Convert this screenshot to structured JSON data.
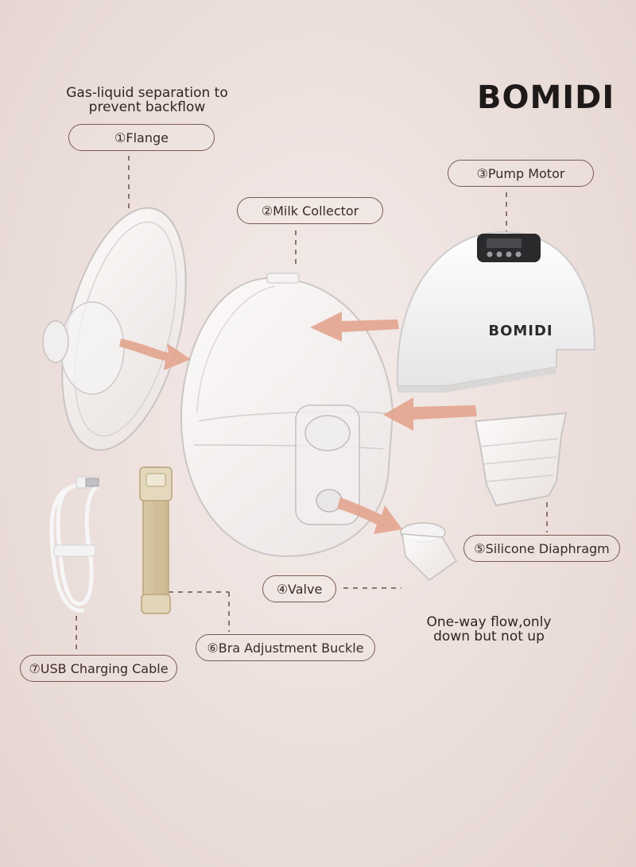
{
  "brand": {
    "name": "BOMIDI",
    "device_logo": "BOMIDI"
  },
  "notes": {
    "gas_liquid_line1": "Gas-liquid separation to",
    "gas_liquid_line2": "prevent backflow",
    "one_way_line1": "One-way flow,only",
    "one_way_line2": "down but not up"
  },
  "labels": {
    "flange": "①Flange",
    "milk_collector": "②Milk Collector",
    "pump_motor": "③Pump Motor",
    "valve": "④Valve",
    "silicone_diaphragm": "⑤Silicone Diaphragm",
    "bra_buckle": "⑥Bra Adjustment Buckle",
    "usb_cable": "⑦USB Charging Cable"
  },
  "colors": {
    "label_border": "#7a5a4f",
    "arrow": "#e2a48e",
    "background": "#ecdfdb"
  }
}
